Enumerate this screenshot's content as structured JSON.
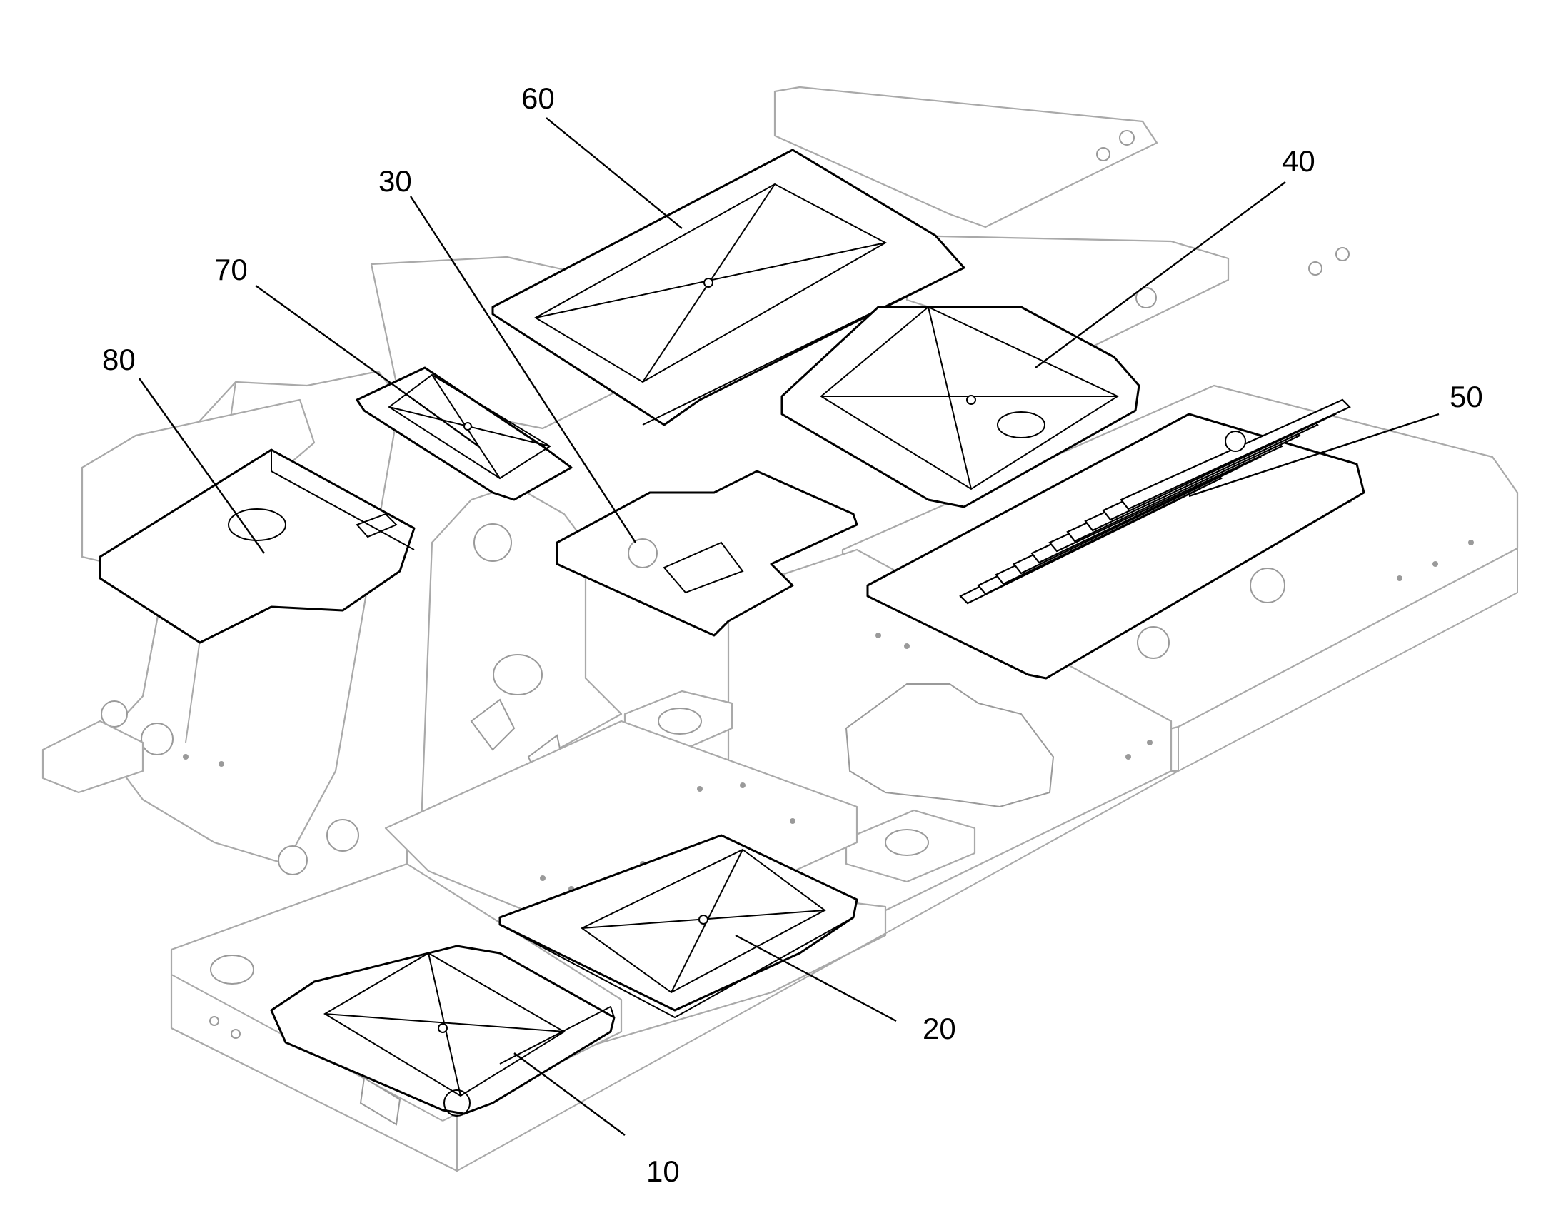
{
  "figure": {
    "reference_labels": [
      {
        "id": "10",
        "text": "10"
      },
      {
        "id": "20",
        "text": "20"
      },
      {
        "id": "30",
        "text": "30"
      },
      {
        "id": "40",
        "text": "40"
      },
      {
        "id": "50",
        "text": "50"
      },
      {
        "id": "60",
        "text": "60"
      },
      {
        "id": "70",
        "text": "70"
      },
      {
        "id": "80",
        "text": "80"
      }
    ],
    "colors": {
      "frame_outline": "#a9a9a9",
      "cover_outline": "#000000",
      "background": "#ffffff"
    }
  }
}
